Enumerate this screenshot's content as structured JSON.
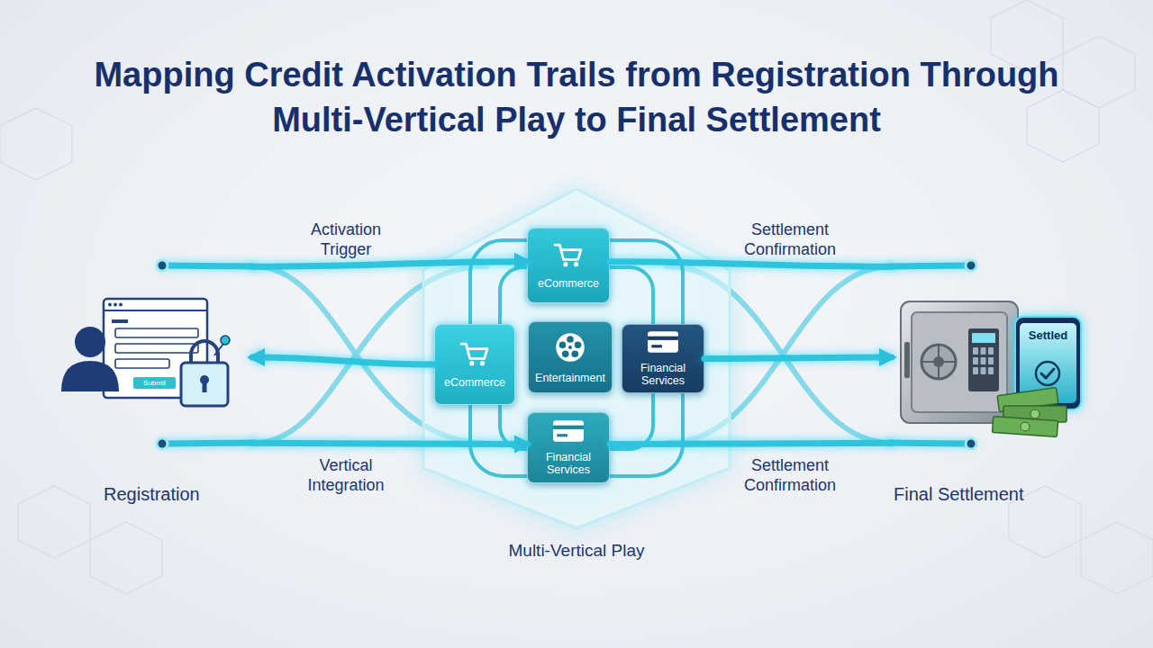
{
  "diagram": {
    "title": "Mapping Credit Activation Trails from Registration Through Multi-Vertical Play to Final Settlement",
    "nodes": [
      {
        "text": [
          "Registration"
        ]
      },
      {
        "text": [
          "Multi-Vertical Play"
        ]
      },
      {
        "text": [
          "eCommerce"
        ],
        "in": 1
      },
      {
        "text": [
          "eCommerce"
        ],
        "in": 1
      },
      {
        "text": [
          "Entertainment"
        ],
        "in": 1
      },
      {
        "text": [
          "Financial Services"
        ],
        "in": 1
      },
      {
        "text": [
          "Financial Services"
        ],
        "in": 1
      },
      {
        "text": [
          "Final Settlement"
        ]
      }
    ],
    "edges": [
      {
        "from": 3,
        "to": 0,
        "arrow": "to"
      },
      {
        "from": 0,
        "to": 2,
        "label": "Activation Trigger",
        "arrow": "to"
      },
      {
        "from": 0,
        "to": 6,
        "label": "Vertical Integration",
        "arrow": "to"
      },
      {
        "from": 5,
        "to": 7,
        "arrow": "to"
      },
      {
        "from": 2,
        "to": 7,
        "label": "Settlement Confirmation",
        "arrow": "none"
      },
      {
        "from": 6,
        "to": 7,
        "label": "Settlement Confirmation",
        "arrow": "none"
      }
    ],
    "labels": [
      "Submit",
      "Settled"
    ]
  }
}
